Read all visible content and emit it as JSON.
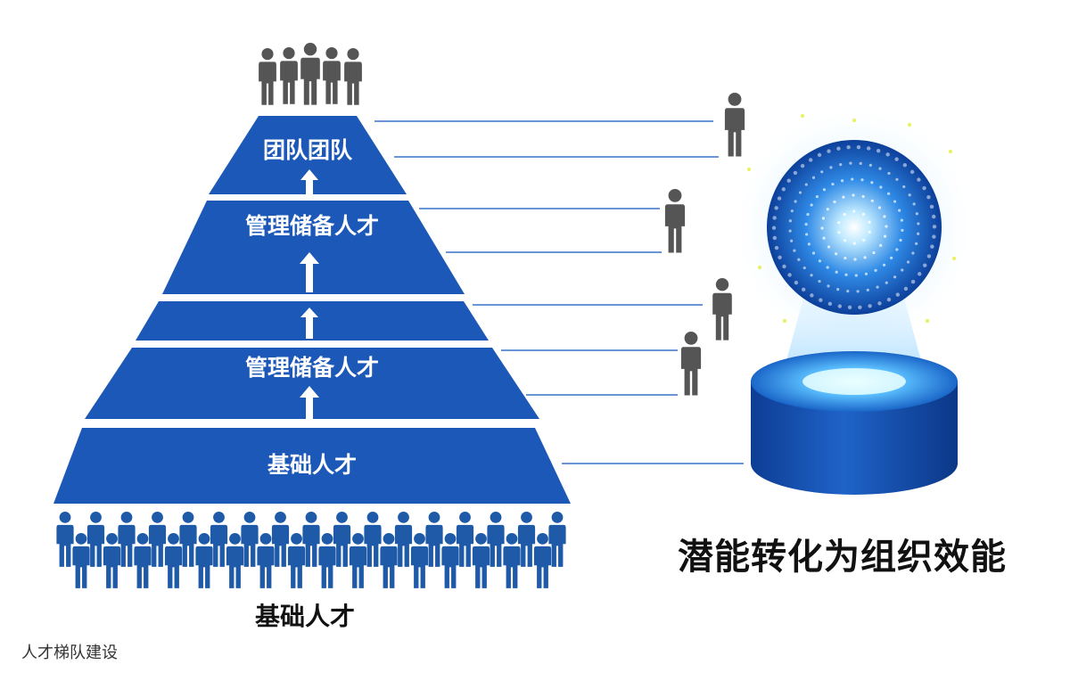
{
  "diagram": {
    "tiers": [
      {
        "label": "团队团队"
      },
      {
        "label": "管理储备人才"
      },
      {
        "label": ""
      },
      {
        "label": "管理储备人才"
      },
      {
        "label": "基础人才"
      }
    ],
    "base_label": "基础人才",
    "right_title": "潜能转化为组织效能",
    "caption": "人才梯队建设"
  },
  "colors": {
    "tier_blue": "#1c58b8",
    "tier_blue_dark": "#144a9e",
    "people_blue": "#1e5aa8",
    "people_gray": "#5a5a5a",
    "line_blue": "#3a73c8",
    "orb_glow": "#4fb6ff"
  },
  "icons": [
    "person-icon",
    "arrow-up-icon",
    "glowing-sphere-icon",
    "cylinder-pedestal-icon"
  ]
}
